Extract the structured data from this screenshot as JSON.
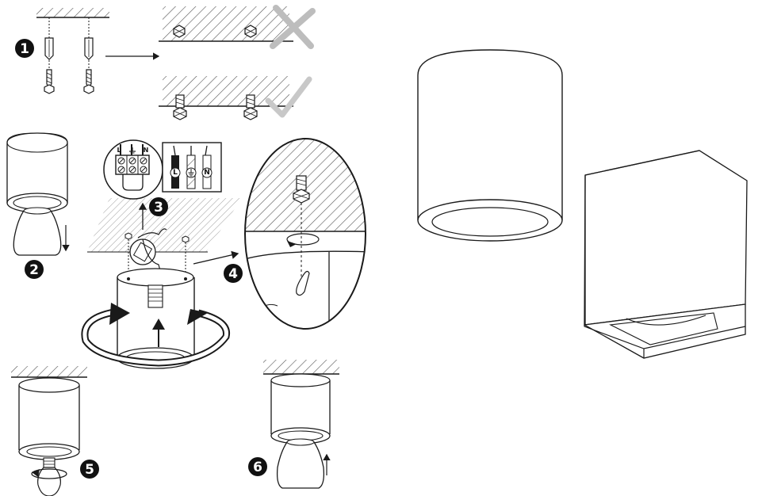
{
  "steps": {
    "s1": "1",
    "s2": "2",
    "s3": "3",
    "s4": "4",
    "s5": "5",
    "s6": "6"
  },
  "terminal_block": {
    "L": "L",
    "N": "N"
  },
  "wiring_legend": {
    "live": "L",
    "neutral": "N"
  },
  "colors": {
    "line": "#1a1a1a",
    "badge": "#111111",
    "wrong_mark": "#bdbdbd",
    "right_mark": "#c8c8c8",
    "hatch": "#555555"
  },
  "icons": {
    "wrong": "cross-mark-icon",
    "correct": "check-mark-icon",
    "ground": "ground-symbol-icon",
    "rotate": "rotate-arrow-icon"
  }
}
